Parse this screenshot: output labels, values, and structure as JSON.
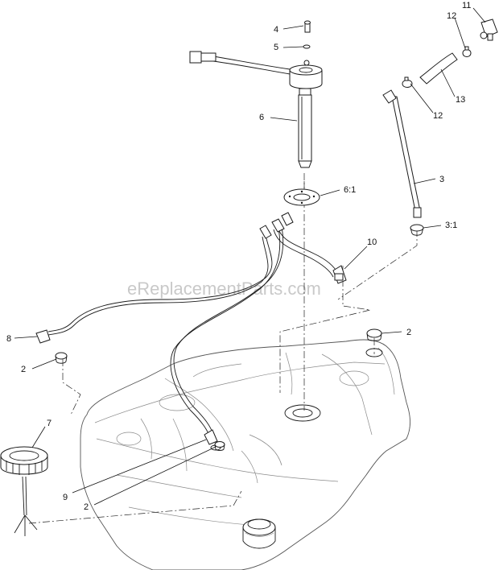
{
  "diagram": {
    "watermark": "eReplacementParts.com",
    "callouts": [
      {
        "id": "c4",
        "label": "4"
      },
      {
        "id": "c5",
        "label": "5"
      },
      {
        "id": "c6",
        "label": "6"
      },
      {
        "id": "c6-1",
        "label": "6:1"
      },
      {
        "id": "c11",
        "label": "11"
      },
      {
        "id": "c12a",
        "label": "12"
      },
      {
        "id": "c12b",
        "label": "12"
      },
      {
        "id": "c13",
        "label": "13"
      },
      {
        "id": "c3",
        "label": "3"
      },
      {
        "id": "c3-1",
        "label": "3:1"
      },
      {
        "id": "c10",
        "label": "10"
      },
      {
        "id": "c8",
        "label": "8"
      },
      {
        "id": "c2a",
        "label": "2"
      },
      {
        "id": "c2b",
        "label": "2"
      },
      {
        "id": "c7",
        "label": "7"
      },
      {
        "id": "c9",
        "label": "9"
      },
      {
        "id": "c2c",
        "label": "2"
      }
    ]
  }
}
